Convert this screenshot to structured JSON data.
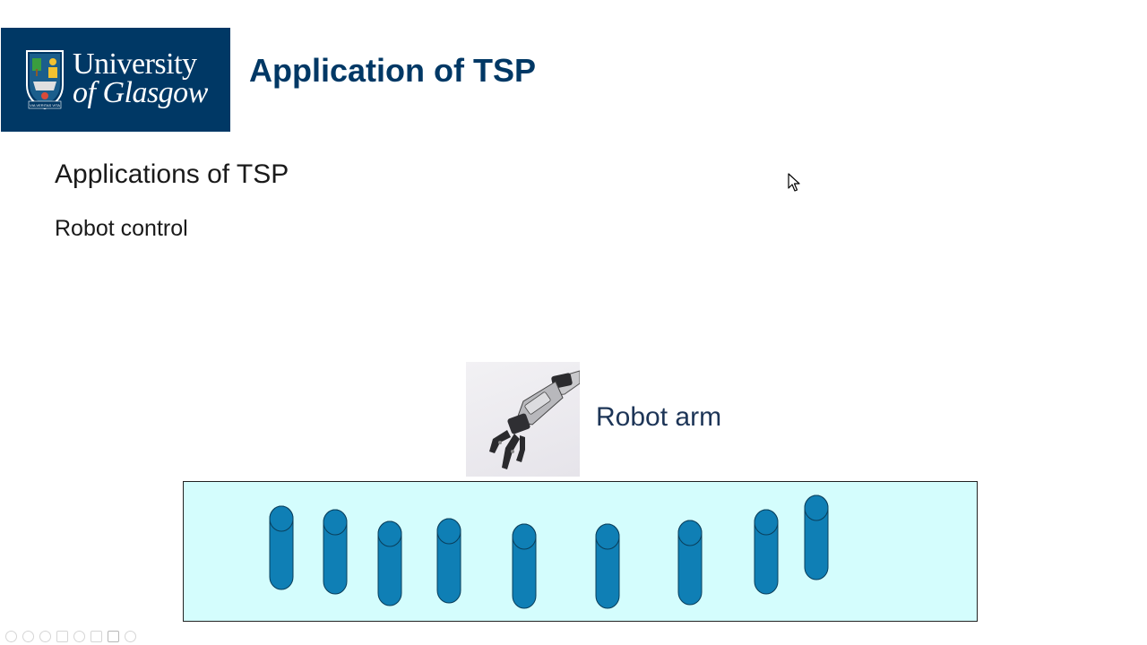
{
  "logo": {
    "line1": "University",
    "line2": "of Glasgow",
    "motto": "VIA VERITAS VITA",
    "background": "#003865"
  },
  "slide": {
    "title": "Application of TSP",
    "subtitle": "Applications of TSP",
    "bullet": "Robot control",
    "arm_label": "Robot arm"
  },
  "colors": {
    "title": "#003865",
    "board_fill": "#d4fdfd",
    "peg_fill": "#0f7fb5",
    "peg_stroke": "#0a3f5c"
  },
  "icons": {
    "cursor": "arrow-cursor-icon",
    "crest": "university-crest-icon",
    "arm": "robot-arm-icon"
  },
  "toolbar": {
    "items": [
      "previous-icon",
      "next-icon",
      "pen-icon",
      "copy-icon",
      "zoom-icon",
      "screen-icon",
      "video-icon",
      "more-icon"
    ]
  }
}
